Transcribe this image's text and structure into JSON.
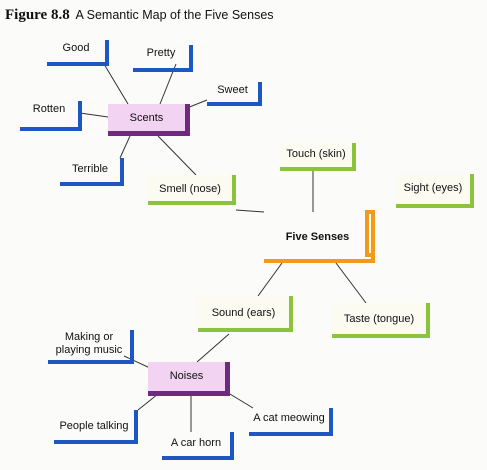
{
  "figure": {
    "number": "Figure 8.8",
    "title": "A Semantic Map of the Five Senses"
  },
  "colors": {
    "leaf_border": "#1d58c2",
    "sub_topic_fill": "#f2d3f2",
    "sub_topic_border": "#6d2a7e",
    "sense_border": "#8bc43b",
    "center_border": "#f29a1a",
    "link": "#333333"
  },
  "nodes": {
    "center": "Five Senses",
    "senses": {
      "touch": "Touch (skin)",
      "sight": "Sight (eyes)",
      "smell": "Smell (nose)",
      "sound": "Sound (ears)",
      "taste": "Taste (tongue)"
    },
    "subtopics": {
      "scents": "Scents",
      "noises": "Noises"
    },
    "scent_words": {
      "good": "Good",
      "pretty": "Pretty",
      "sweet": "Sweet",
      "rotten": "Rotten",
      "terrible": "Terrible"
    },
    "noise_words": {
      "making_music": "Making or playing music",
      "people_talking": "People talking",
      "car_horn": "A car horn",
      "cat_meowing": "A cat meowing"
    }
  }
}
